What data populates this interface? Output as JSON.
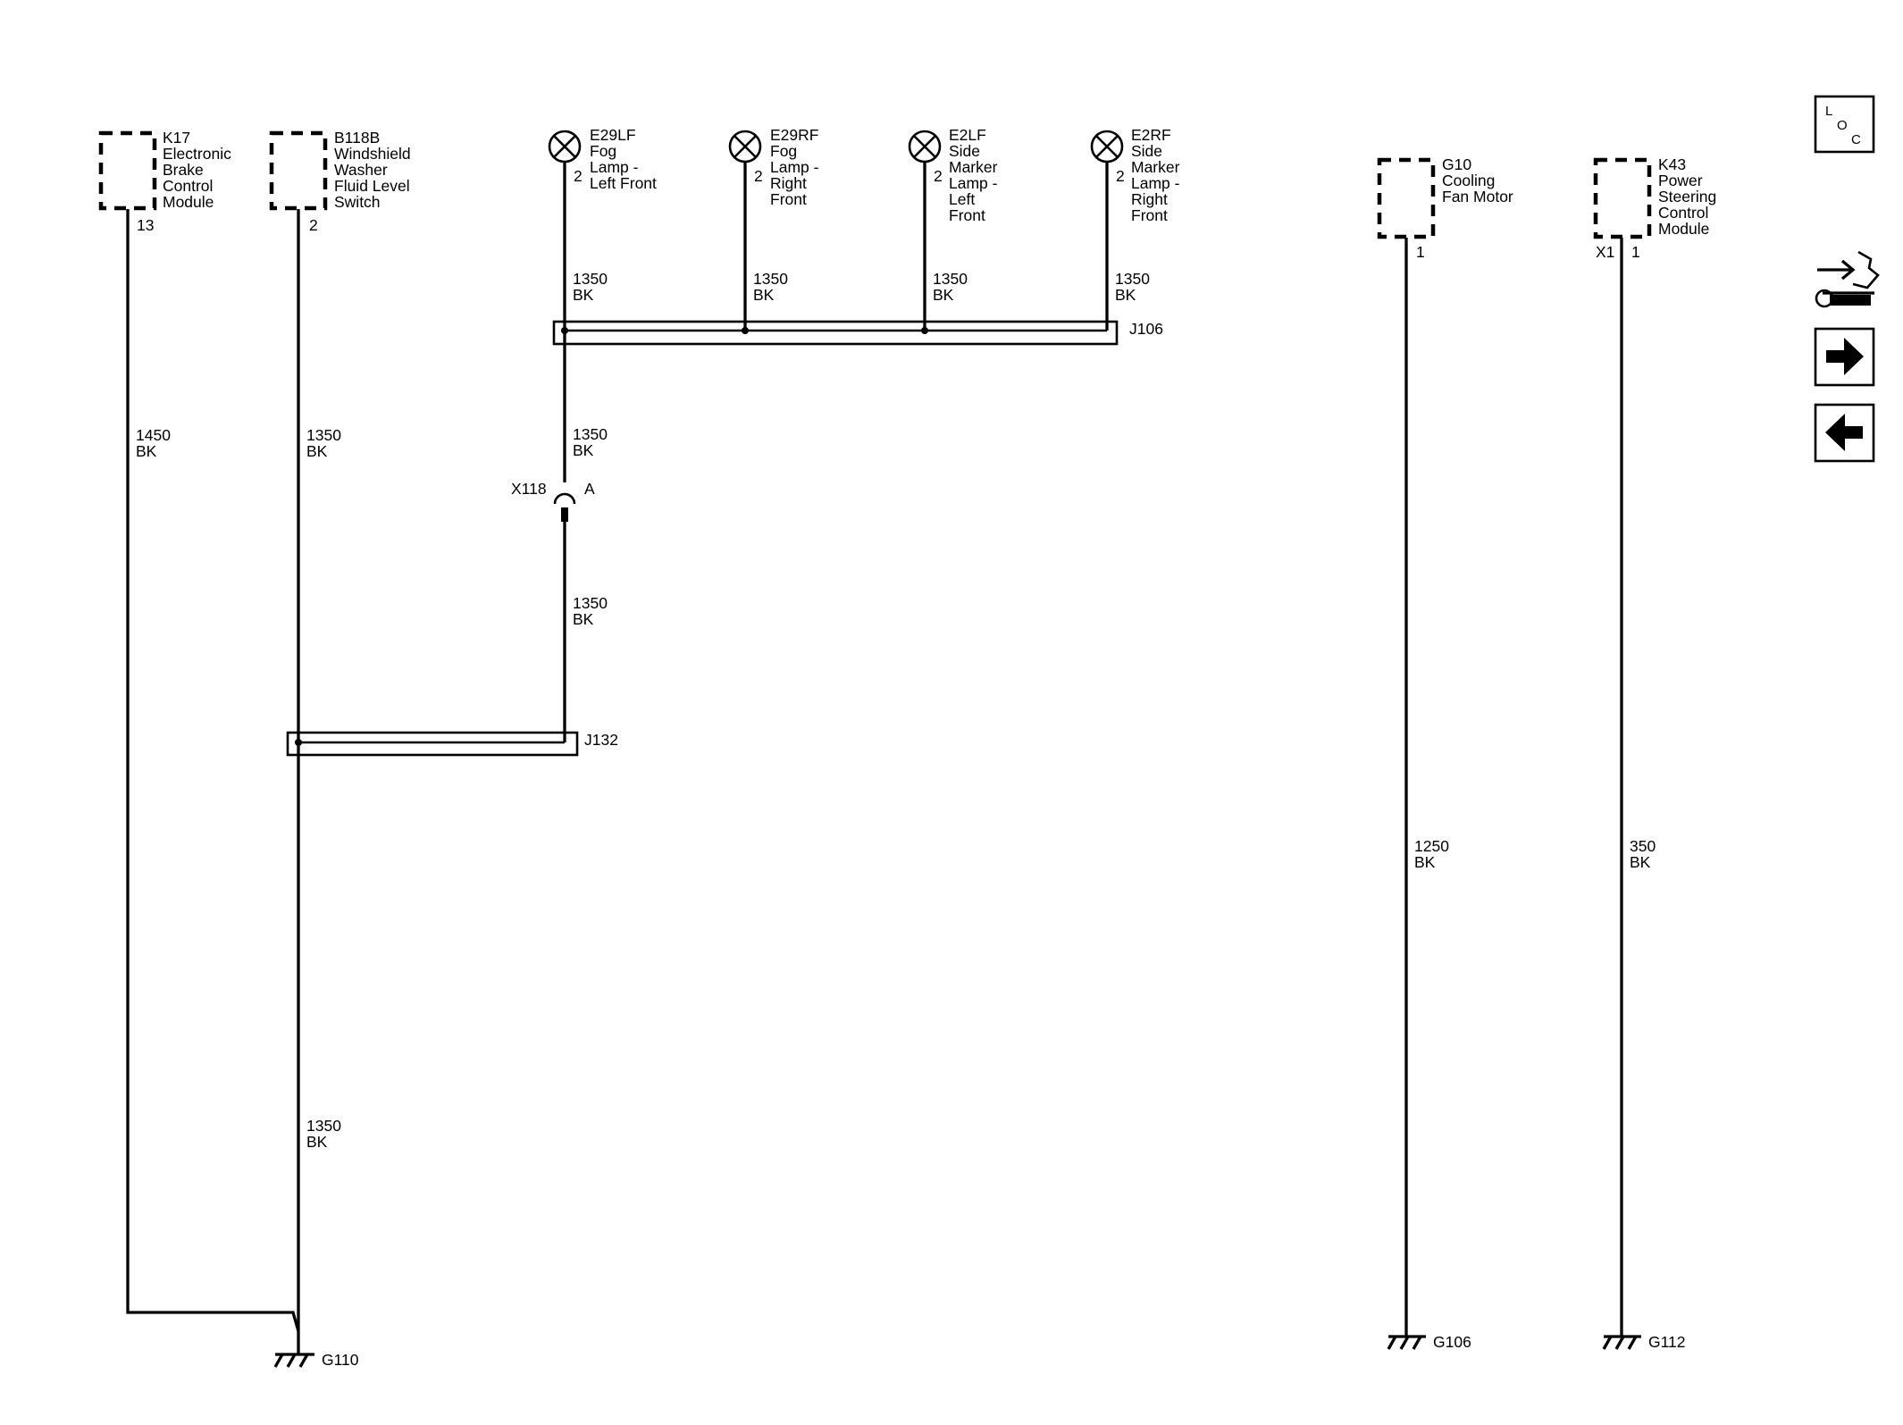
{
  "components": {
    "k17": {
      "lines": [
        "K17",
        "Electronic",
        "Brake",
        "Control",
        "Module"
      ],
      "pin": "13"
    },
    "b118b": {
      "lines": [
        "B118B",
        "Windshield",
        "Washer",
        "Fluid Level",
        "Switch"
      ],
      "pin": "2"
    },
    "e29lf": {
      "lines": [
        "E29LF",
        "Fog",
        "Lamp -",
        "Left Front"
      ],
      "pin": "2"
    },
    "e29rf": {
      "lines": [
        "E29RF",
        "Fog",
        "Lamp -",
        "Right",
        "Front"
      ],
      "pin": "2"
    },
    "e2lf": {
      "lines": [
        "E2LF",
        "Side",
        "Marker",
        "Lamp -",
        "Left",
        "Front"
      ],
      "pin": "2"
    },
    "e2rf": {
      "lines": [
        "E2RF",
        "Side",
        "Marker",
        "Lamp -",
        "Right",
        "Front"
      ],
      "pin": "2"
    },
    "g10": {
      "lines": [
        "G10",
        "Cooling",
        "Fan Motor"
      ],
      "pin": "1"
    },
    "k43": {
      "lines": [
        "K43",
        "Power",
        "Steering",
        "Control",
        "Module"
      ],
      "connector": "X1",
      "pin": "1"
    }
  },
  "wires": {
    "k17_main": {
      "gauge": "1450",
      "color": "BK"
    },
    "b118b_top": {
      "gauge": "1350",
      "color": "BK"
    },
    "b118b_bot": {
      "gauge": "1350",
      "color": "BK"
    },
    "e29lf": {
      "gauge": "1350",
      "color": "BK"
    },
    "e29rf": {
      "gauge": "1350",
      "color": "BK"
    },
    "e2lf": {
      "gauge": "1350",
      "color": "BK"
    },
    "e2rf": {
      "gauge": "1350",
      "color": "BK"
    },
    "j106_out": {
      "gauge": "1350",
      "color": "BK"
    },
    "x118_out": {
      "gauge": "1350",
      "color": "BK"
    },
    "g10": {
      "gauge": "1250",
      "color": "BK"
    },
    "k43": {
      "gauge": "350",
      "color": "BK"
    }
  },
  "splices": {
    "j106": "J106",
    "j132": "J132"
  },
  "inline_connector": {
    "name": "X118",
    "pin": "A"
  },
  "grounds": {
    "g110": "G110",
    "g106": "G106",
    "g112": "G112"
  },
  "toolbar": {
    "loc": {
      "l": "L",
      "o": "O",
      "c": "C"
    },
    "icons": [
      "location-icon",
      "component-swap-icon",
      "arrow-right-icon",
      "arrow-left-icon"
    ]
  }
}
